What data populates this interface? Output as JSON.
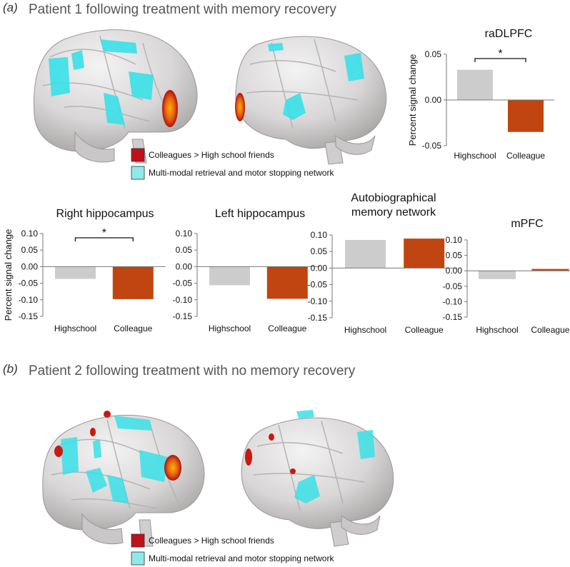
{
  "panel_a": {
    "letter": "(a)",
    "title": "Patient 1 following treatment with memory recovery",
    "legend": [
      {
        "label": "Colleagues > High school friends",
        "color": "#c0101a"
      },
      {
        "label": "Multi-modal retrieval and motor stopping network",
        "color": "#8fe8ea"
      }
    ]
  },
  "panel_b": {
    "letter": "(b)",
    "title": "Patient 2 following treatment with no memory recovery",
    "legend": [
      {
        "label": "Colleagues > High school friends",
        "color": "#c0101a"
      },
      {
        "label": "Multi-modal retrieval  and motor stopping network",
        "color": "#8fe8ea"
      }
    ]
  },
  "colors": {
    "highschool": "#cccccc",
    "colleague": "#c04510",
    "brain": "#d9d7d7",
    "network": "#38e0e8",
    "activation": "#c81a10"
  },
  "chart_data": [
    {
      "id": "radlpfc",
      "type": "bar",
      "title": "raDLPFC",
      "title_lines": [
        "raDLPFC"
      ],
      "ylabel": "Percent signal change",
      "categories": [
        "Highschool",
        "Colleague"
      ],
      "values": [
        0.033,
        -0.035
      ],
      "ylim": [
        -0.05,
        0.05
      ],
      "yticks": [
        "0.05",
        "0.00",
        "-0.05"
      ],
      "significance": "*"
    },
    {
      "id": "right_hippocampus",
      "type": "bar",
      "title": "Right hippocampus",
      "title_lines": [
        "Right hippocampus"
      ],
      "ylabel": "Percent signal change",
      "categories": [
        "Highschool",
        "Colleague"
      ],
      "values": [
        -0.037,
        -0.098
      ],
      "ylim": [
        -0.15,
        0.1
      ],
      "yticks": [
        "0.10",
        "0.05",
        "0.00",
        "-0.05",
        "-0.10",
        "-0.15"
      ],
      "significance": "*"
    },
    {
      "id": "left_hippocampus",
      "type": "bar",
      "title": "Left hippocampus",
      "title_lines": [
        "Left hippocampus"
      ],
      "ylabel": "",
      "categories": [
        "Highschool",
        "Colleague"
      ],
      "values": [
        -0.056,
        -0.097
      ],
      "ylim": [
        -0.15,
        0.1
      ],
      "yticks": [
        "0.10",
        "0.05",
        "0.00",
        "-0.05",
        "-0.10",
        "-0.15"
      ],
      "significance": ""
    },
    {
      "id": "autobiographical",
      "type": "bar",
      "title": "Autobiographical memory network",
      "title_lines": [
        "Autobiographical",
        "memory network"
      ],
      "ylabel": "",
      "categories": [
        "Highschool",
        "Colleague"
      ],
      "values": [
        0.085,
        0.089
      ],
      "ylim": [
        -0.15,
        0.1
      ],
      "yticks": [
        "0.10",
        "0.05",
        "0.00",
        "-0.05",
        "-0.10",
        "-0.15"
      ],
      "significance": ""
    },
    {
      "id": "mpfc",
      "type": "bar",
      "title": "mPFC",
      "title_lines": [
        "mPFC"
      ],
      "ylabel": "",
      "categories": [
        "Highschool",
        "Colleague"
      ],
      "values": [
        -0.027,
        0.006
      ],
      "ylim": [
        -0.15,
        0.1
      ],
      "yticks": [
        "0.10",
        "0.05",
        "0.00",
        "-0.05",
        "-0.10",
        "-0.15"
      ],
      "significance": ""
    }
  ]
}
